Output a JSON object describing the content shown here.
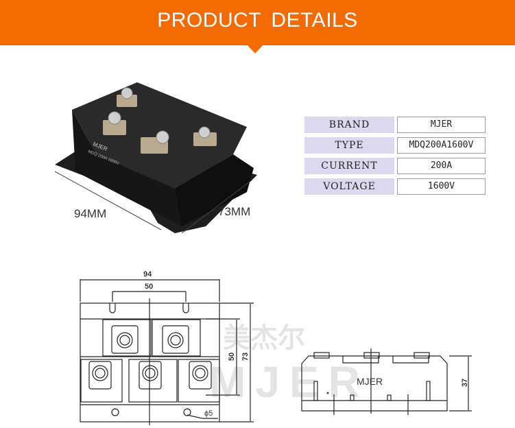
{
  "header": {
    "title": "PRODUCT  DETAILS",
    "color": "#f36a00"
  },
  "product_photo": {
    "width_label": "94MM",
    "depth_label": "73MM",
    "body_marking": {
      "brand": "MJER",
      "model": "MDQ 200A 1600V"
    }
  },
  "specs": [
    {
      "label": "BRAND",
      "value": "MJER"
    },
    {
      "label": "TYPE",
      "value": "MDQ200A1600V"
    },
    {
      "label": "CURRENT",
      "value": "200A"
    },
    {
      "label": "VOLTAGE",
      "value": "1600V"
    }
  ],
  "top_view": {
    "overall_width": "94",
    "hole_spacing": "50",
    "inner_height": "50",
    "overall_height": "73",
    "hole_diameter": "ϕ5"
  },
  "side_view": {
    "body_label": "MJER",
    "height": "37"
  },
  "watermark": {
    "text": "MJER",
    "cjk": "美杰尔"
  }
}
